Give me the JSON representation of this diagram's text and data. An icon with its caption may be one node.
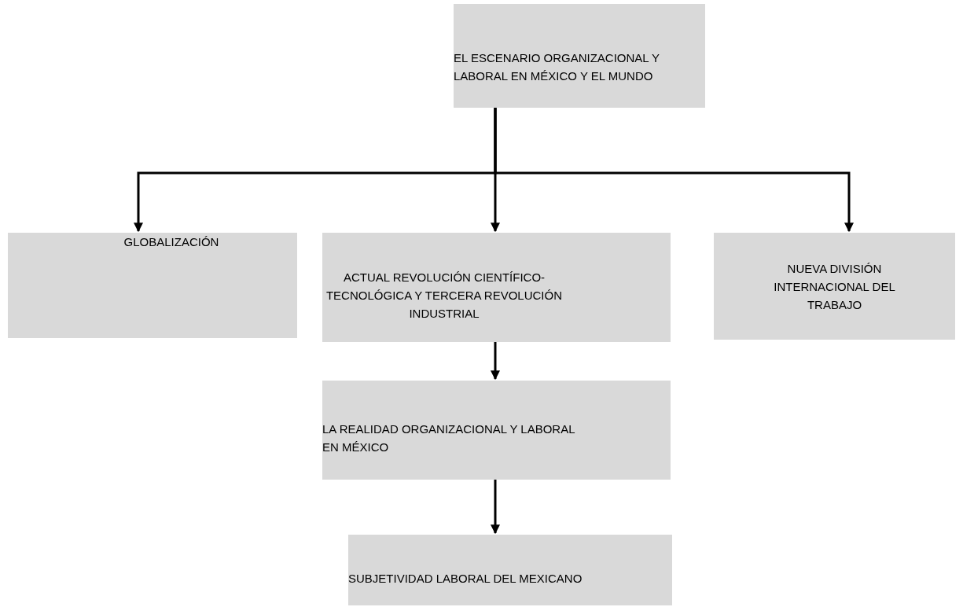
{
  "diagram": {
    "nodes": [
      {
        "text": [
          "EL ESCENARIO ORGANIZACIONAL Y LABORAL EN MÉXICO Y EL MUNDO"
        ]
      },
      {
        "text": [
          "GLOBALIZACIÓN"
        ]
      },
      {
        "text": [
          "ACTUAL REVOLUCIÓN CIENTÍFICO-TECNOLÓGICA Y TERCERA REVOLUCIÓN INDUSTRIAL"
        ]
      },
      {
        "text": [
          "NUEVA DIVISIÓN INTERNACIONAL DEL TRABAJO"
        ]
      },
      {
        "text": [
          "LA REALIDAD ORGANIZACIONAL Y LABORAL EN MÉXICO"
        ]
      },
      {
        "text": [
          "SUBJETIVIDAD LABORAL DEL MEXICANO"
        ]
      }
    ],
    "edges": [
      {
        "from": 0,
        "to": 1,
        "arrow": "to"
      },
      {
        "from": 0,
        "to": 2,
        "arrow": "to"
      },
      {
        "from": 0,
        "to": 3,
        "arrow": "to"
      },
      {
        "from": 2,
        "to": 4,
        "arrow": "to"
      },
      {
        "from": 4,
        "to": 5,
        "arrow": "to"
      }
    ]
  }
}
